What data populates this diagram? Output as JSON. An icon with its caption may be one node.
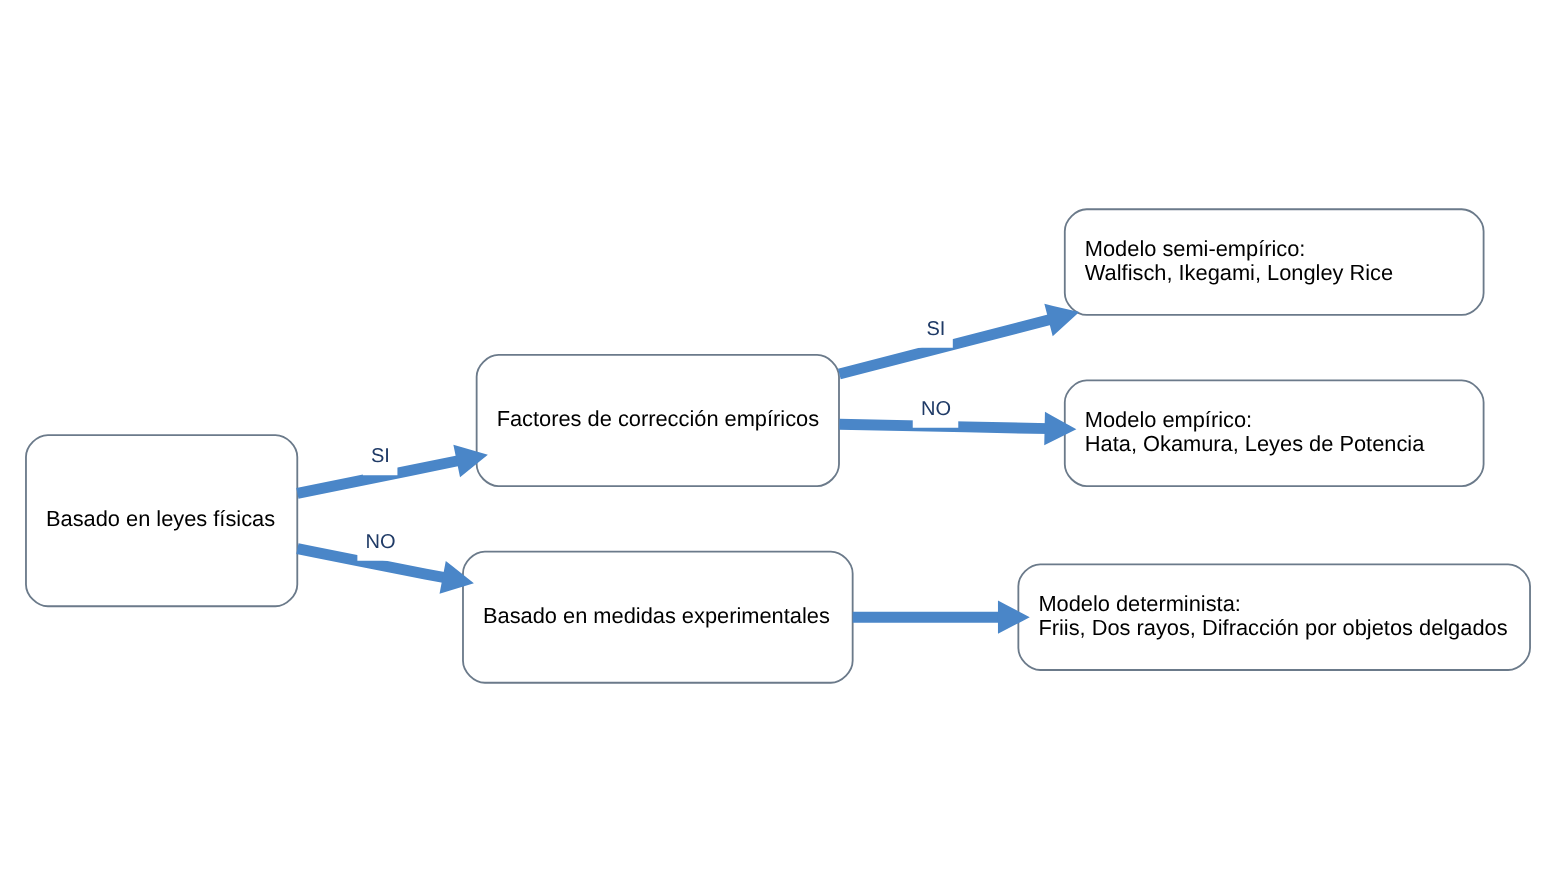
{
  "diagram": {
    "nodes": [
      {
        "text": [
          "Basado en leyes físicas"
        ]
      },
      {
        "text": [
          "Factores de corrección empíricos"
        ]
      },
      {
        "text": [
          "Basado en medidas experimentales"
        ]
      },
      {
        "text": [
          "Modelo semi-empírico:",
          "Walfisch, Ikegami, Longley Rice"
        ]
      },
      {
        "text": [
          "Modelo empírico:",
          "Hata, Okamura, Leyes de Potencia"
        ]
      },
      {
        "text": [
          "Modelo determinista:",
          "Friis, Dos rayos, Difracción por objetos delgados"
        ]
      }
    ],
    "edges": [
      {
        "from": 0,
        "to": 1,
        "arrow": "to",
        "label": "SI"
      },
      {
        "from": 0,
        "to": 2,
        "arrow": "to",
        "label": "NO"
      },
      {
        "from": 1,
        "to": 3,
        "arrow": "to",
        "label": "SI"
      },
      {
        "from": 1,
        "to": 4,
        "arrow": "to",
        "label": "NO"
      },
      {
        "from": 2,
        "to": 5,
        "arrow": "to"
      }
    ]
  }
}
